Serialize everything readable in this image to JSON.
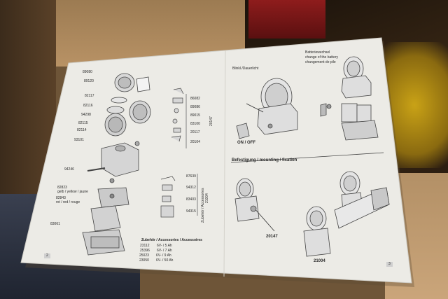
{
  "left_page": {
    "part_numbers": {
      "p1": "89080",
      "p2": "89120",
      "p3": "82117",
      "p4": "82116",
      "p5": "94298",
      "p6": "82115",
      "p7": "82114",
      "p8": "93101",
      "p9": "94246",
      "p10": "82823",
      "p11": "82843",
      "p12": "83061",
      "right_col": [
        "86082",
        "89086",
        "89015",
        "83100",
        "20117",
        "20104"
      ],
      "acc_col": [
        "87639",
        "94312",
        "83403",
        "94315"
      ]
    },
    "color_yellow": "gelb / yellow / jaune",
    "color_red": "rot / red / rouge",
    "side_number_a": "20147",
    "side_number_b": "21004",
    "side_vertical_text": "Zubehör / Accessories",
    "accessories": {
      "heading": "Zubehör / Accessories / Accessoires",
      "rows": [
        {
          "number": "23112",
          "spec": "6V-  /  5  Ah"
        },
        {
          "number": "25396",
          "spec": "6V-  /  7  Ah"
        },
        {
          "number": "25023",
          "spec": "6V-  /  9  Ah"
        },
        {
          "number": "23050",
          "spec": "6V-  / 50  Ah"
        }
      ]
    },
    "page_number": "2"
  },
  "right_page": {
    "switch_label": "Blinkl./Dauerlicht",
    "on_off": "ON / OFF",
    "battery_change": {
      "line1": "Batteriewechsel",
      "line2": "change of the battery",
      "line3": "changement de pile"
    },
    "mounting_heading": "Befestigung / mounting / fixation",
    "mount_left": "20147",
    "mount_right": "21004",
    "page_number": "3"
  },
  "colors": {
    "paper": "#ecebe6",
    "ink": "#3a3a3a",
    "cardboard": "#a88558"
  }
}
